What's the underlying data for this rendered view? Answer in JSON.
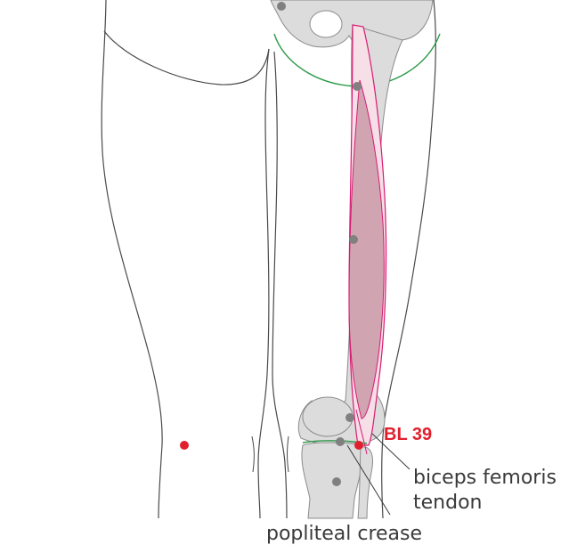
{
  "colors": {
    "outline": "#4a4a4a",
    "bone_fill": "#dcdcdc",
    "bone_stroke": "#8c8c8c",
    "muscle_fill": "#c99aa7",
    "muscle_light": "#f6dfe6",
    "muscle_stroke": "#d81b73",
    "gluteal_fold": "#2e9a4a",
    "landmark": "#808080",
    "acupoint": "#e0202e",
    "label_text": "#3a3a3a"
  },
  "acupoints": [
    {
      "id": "BL 39",
      "label": "BL 39",
      "side": "right",
      "color": "#e0202e"
    },
    {
      "id": "BL 39 (mirror)",
      "label": "",
      "side": "left",
      "color": "#e0202e"
    }
  ],
  "labels": {
    "point": "BL 39",
    "tendon_line1": "biceps femoris",
    "tendon_line2": "tendon",
    "crease": "popliteal crease"
  }
}
